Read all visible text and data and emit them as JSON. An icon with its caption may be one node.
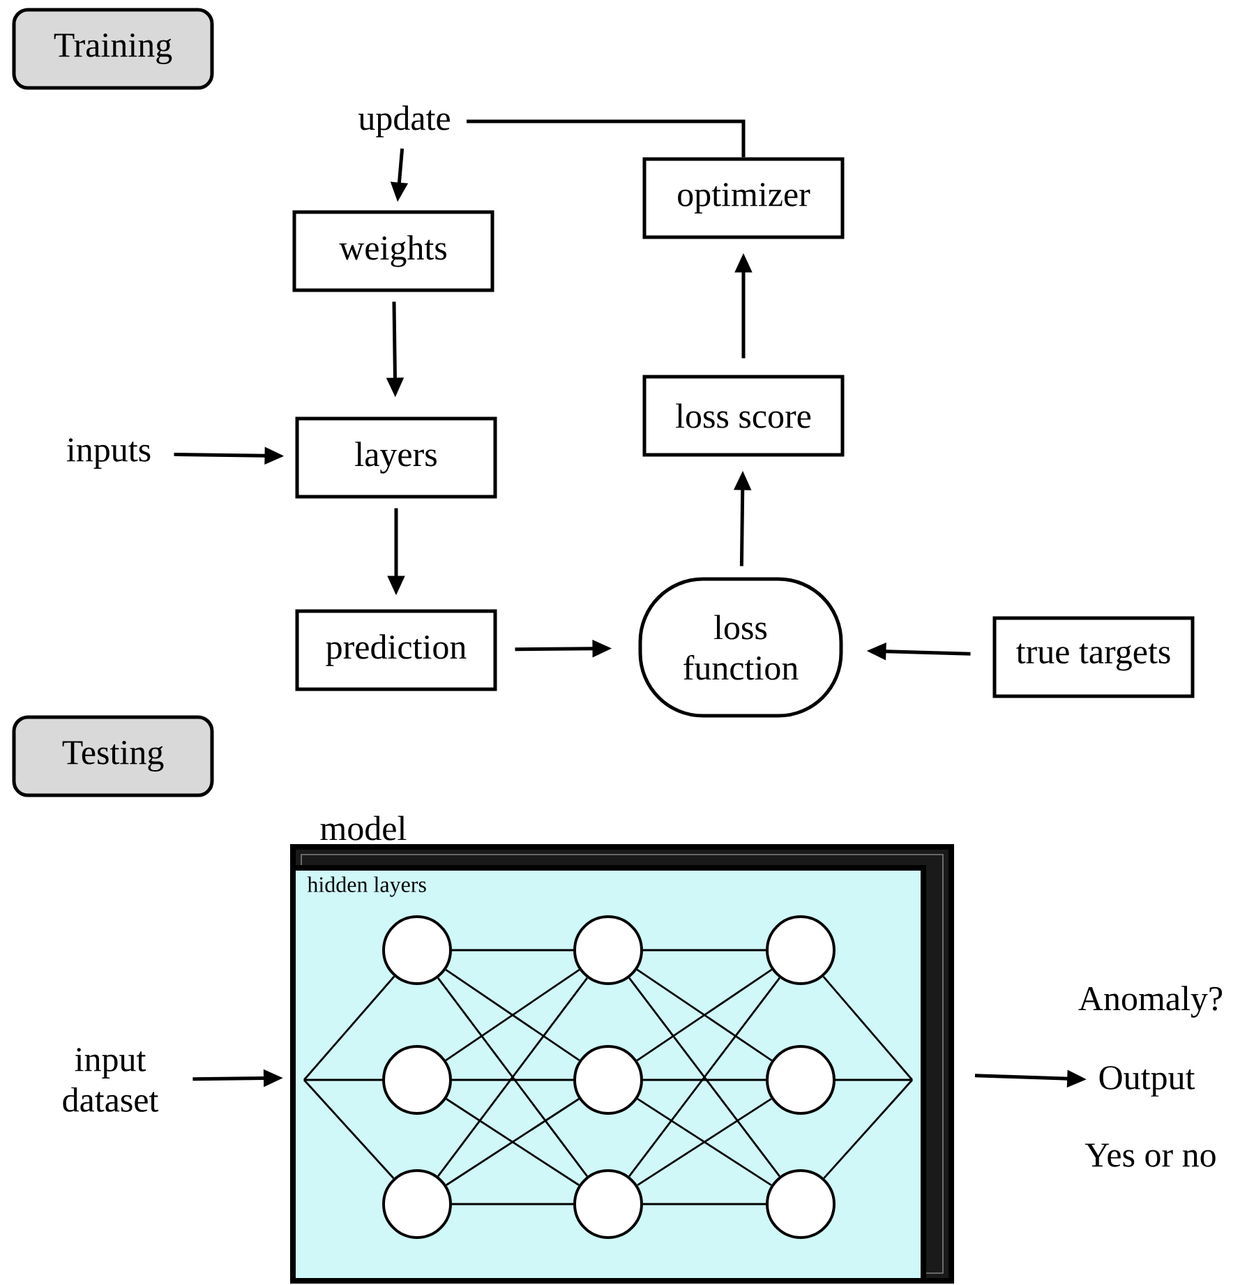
{
  "diagram": {
    "nodes": [
      {
        "text": [
          "Training"
        ]
      },
      {
        "text": [
          "update"
        ]
      },
      {
        "text": [
          "optimizer"
        ]
      },
      {
        "text": [
          "weights"
        ]
      },
      {
        "text": [
          "inputs"
        ]
      },
      {
        "text": [
          "layers"
        ]
      },
      {
        "text": [
          "loss score"
        ]
      },
      {
        "text": [
          "prediction"
        ]
      },
      {
        "text": [
          "loss function"
        ]
      },
      {
        "text": [
          "true targets"
        ]
      },
      {
        "text": [
          "Testing"
        ]
      },
      {
        "text": [
          "model"
        ]
      },
      {
        "text": [
          "hidden layers"
        ],
        "in": 11
      },
      {
        "text": [],
        "shape": "circle",
        "in": 12
      },
      {
        "text": [],
        "shape": "circle",
        "in": 12
      },
      {
        "text": [],
        "shape": "circle",
        "in": 12
      },
      {
        "text": [],
        "shape": "circle",
        "in": 12
      },
      {
        "text": [],
        "shape": "circle",
        "in": 12
      },
      {
        "text": [],
        "shape": "circle",
        "in": 12
      },
      {
        "text": [],
        "shape": "circle",
        "in": 12
      },
      {
        "text": [],
        "shape": "circle",
        "in": 12
      },
      {
        "text": [],
        "shape": "circle",
        "in": 12
      },
      {
        "text": [
          "input dataset"
        ]
      },
      {
        "text": [
          "Output"
        ]
      }
    ],
    "edges": [
      {
        "from": 1,
        "to": 3,
        "arrow": "to"
      },
      {
        "from": 3,
        "to": 5,
        "arrow": "to"
      },
      {
        "from": 4,
        "to": 5,
        "arrow": "to"
      },
      {
        "from": 5,
        "to": 7,
        "arrow": "to"
      },
      {
        "from": 7,
        "to": 8,
        "arrow": "to"
      },
      {
        "from": 9,
        "to": 8,
        "arrow": "to"
      },
      {
        "from": 8,
        "to": 6,
        "arrow": "to"
      },
      {
        "from": 6,
        "to": 2,
        "arrow": "to"
      },
      {
        "from": 2,
        "to": 1,
        "arrow": "none"
      },
      {
        "from": 22,
        "to": 12,
        "arrow": "to"
      },
      {
        "from": 11,
        "to": 23,
        "arrow": "to"
      },
      {
        "from": 12,
        "to": 13,
        "arrow": "none"
      },
      {
        "from": 12,
        "to": 14,
        "arrow": "none"
      },
      {
        "from": 12,
        "to": 15,
        "arrow": "none"
      },
      {
        "from": 13,
        "to": 16,
        "arrow": "none"
      },
      {
        "from": 13,
        "to": 17,
        "arrow": "none"
      },
      {
        "from": 13,
        "to": 18,
        "arrow": "none"
      },
      {
        "from": 14,
        "to": 16,
        "arrow": "none"
      },
      {
        "from": 14,
        "to": 17,
        "arrow": "none"
      },
      {
        "from": 14,
        "to": 18,
        "arrow": "none"
      },
      {
        "from": 15,
        "to": 16,
        "arrow": "none"
      },
      {
        "from": 15,
        "to": 17,
        "arrow": "none"
      },
      {
        "from": 15,
        "to": 18,
        "arrow": "none"
      },
      {
        "from": 16,
        "to": 19,
        "arrow": "none"
      },
      {
        "from": 16,
        "to": 20,
        "arrow": "none"
      },
      {
        "from": 16,
        "to": 21,
        "arrow": "none"
      },
      {
        "from": 17,
        "to": 19,
        "arrow": "none"
      },
      {
        "from": 17,
        "to": 20,
        "arrow": "none"
      },
      {
        "from": 17,
        "to": 21,
        "arrow": "none"
      },
      {
        "from": 18,
        "to": 19,
        "arrow": "none"
      },
      {
        "from": 18,
        "to": 20,
        "arrow": "none"
      },
      {
        "from": 18,
        "to": 21,
        "arrow": "none"
      },
      {
        "from": 19,
        "to": 12,
        "arrow": "none"
      },
      {
        "from": 20,
        "to": 12,
        "arrow": "none"
      },
      {
        "from": 21,
        "to": 12,
        "arrow": "none"
      }
    ],
    "labels": [
      "Anomaly?",
      "Yes or no"
    ]
  }
}
